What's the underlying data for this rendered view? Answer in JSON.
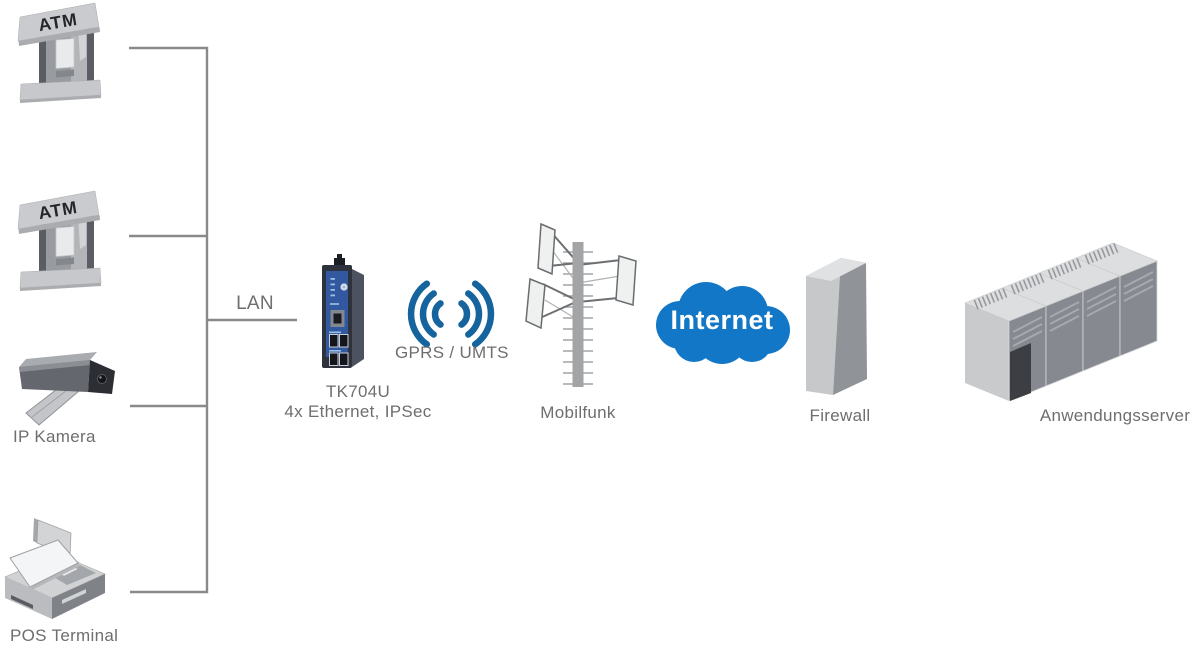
{
  "diagram": {
    "type": "network-topology",
    "lan": {
      "label": "LAN"
    },
    "nodes": {
      "atm1": {
        "label": "ATM"
      },
      "atm2": {
        "label": "ATM"
      },
      "ip_camera": {
        "label": "IP Kamera"
      },
      "pos_terminal": {
        "label": "POS Terminal"
      },
      "router": {
        "model": "TK704U",
        "features": "4x Ethernet, IPSec"
      },
      "radio_link": {
        "label": "GPRS / UMTS"
      },
      "mobile_network": {
        "label": "Mobilfunk"
      },
      "internet": {
        "label": "Internet"
      },
      "firewall": {
        "label": "Firewall"
      },
      "application_server": {
        "label": "Anwendungsserver"
      }
    },
    "icons": [
      "atm-machine-icon",
      "atm-machine-icon",
      "cctv-camera-icon",
      "pos-terminal-icon",
      "cellular-router-icon",
      "radio-waves-icon",
      "antenna-mast-icon",
      "internet-cloud-icon",
      "firewall-wall-icon",
      "server-rack-icon"
    ],
    "colors": {
      "internet_cloud": "#1277c6",
      "signal_arcs": "#15649e",
      "router_panel": "#32589f",
      "connector_line": "#8a8a8a",
      "label_text": "#6e6e6e"
    }
  }
}
